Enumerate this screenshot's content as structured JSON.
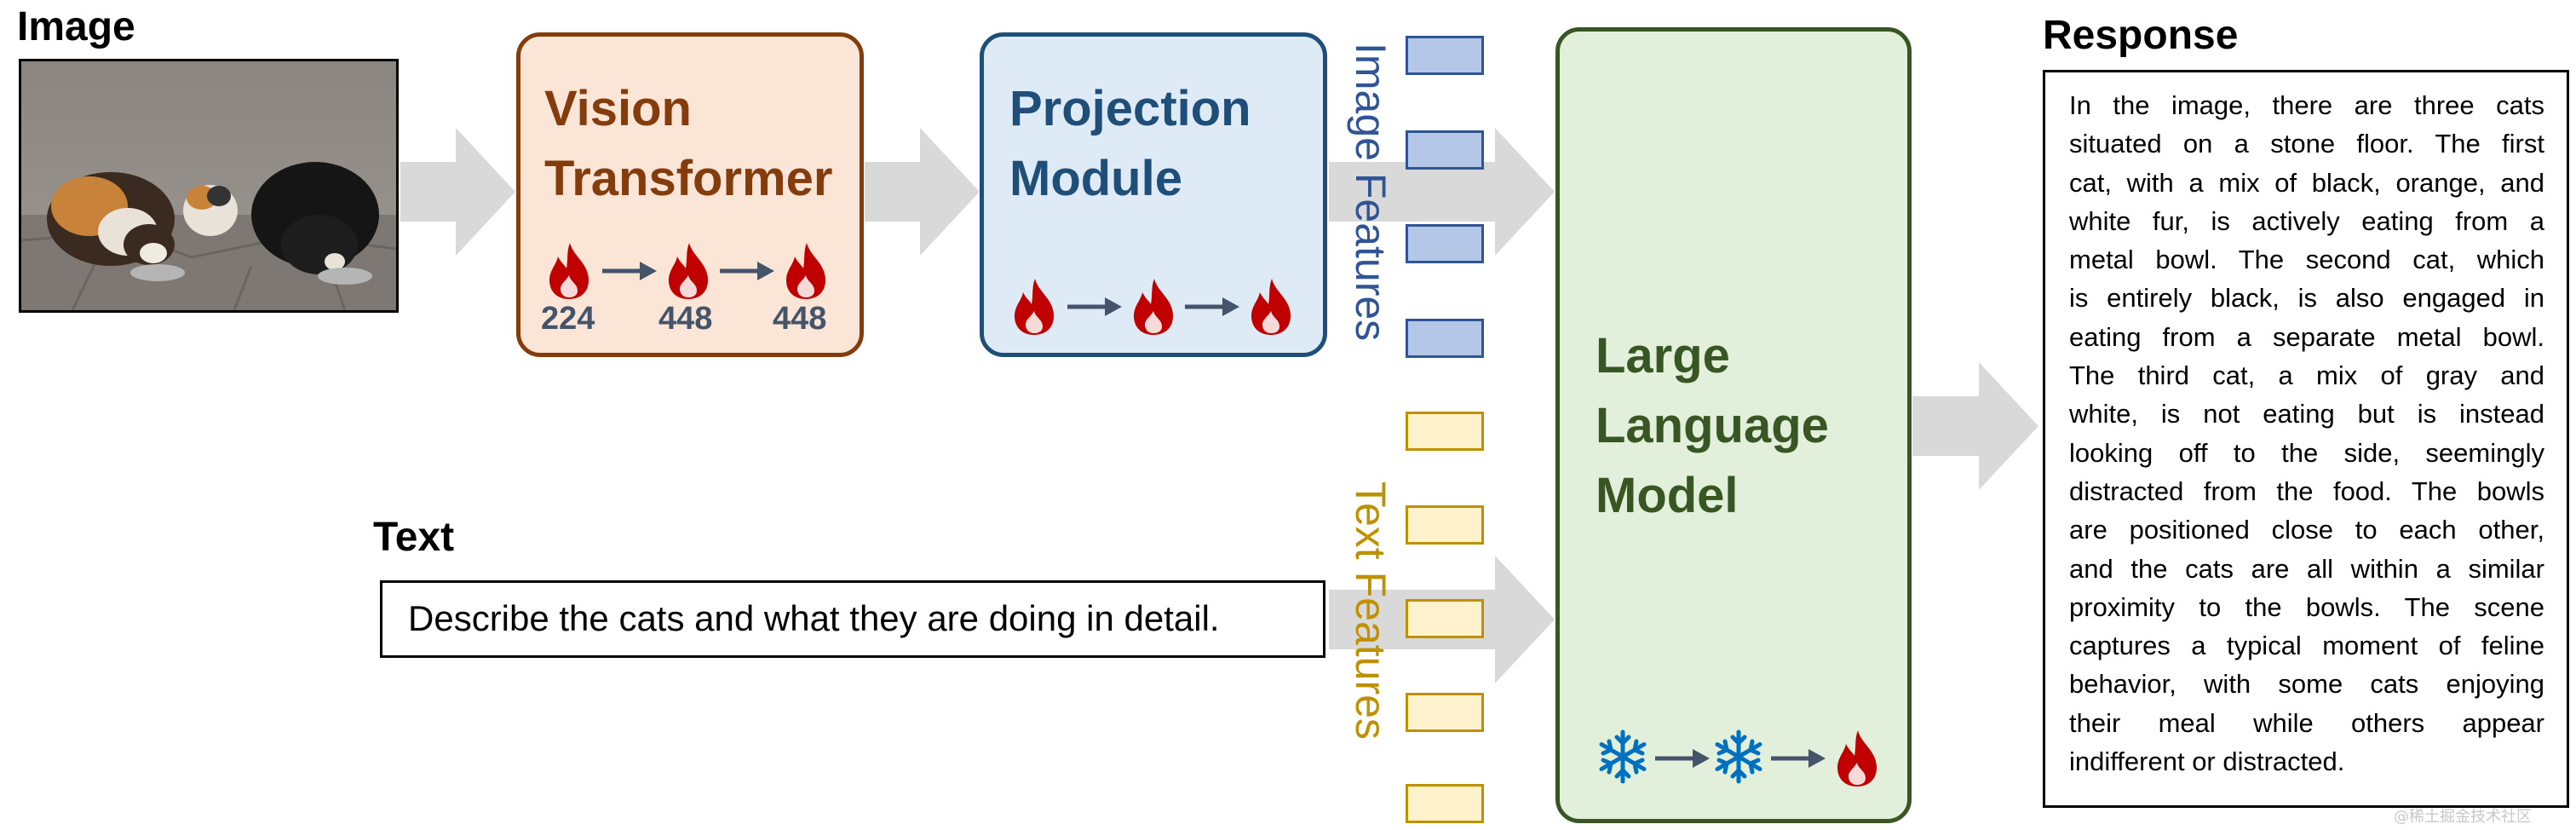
{
  "image_section": {
    "label": "Image"
  },
  "text_section": {
    "label": "Text",
    "prompt": "Describe the cats and what they are doing in detail."
  },
  "vision_transformer": {
    "title": "Vision\nTransformer",
    "resolutions": [
      "224",
      "448",
      "448"
    ],
    "stages": [
      "flame-icon",
      "flame-icon",
      "flame-icon"
    ],
    "fill": "#FBE5D6",
    "border": "#843C0C"
  },
  "projection_module": {
    "title": "Projection\nModule",
    "stages": [
      "flame-icon",
      "flame-icon",
      "flame-icon"
    ],
    "fill": "#DEEBF7",
    "border": "#1F4E79"
  },
  "image_features": {
    "label": "Image Features",
    "count": 4,
    "fill": "#B4C7E7",
    "border": "#2F5597"
  },
  "text_features": {
    "label": "Text Features",
    "count": 5,
    "fill": "#FFF2CC",
    "border": "#BF9000"
  },
  "llm": {
    "title": "Large\nLanguage\nModel",
    "stages": [
      "snowflake-icon",
      "snowflake-icon",
      "flame-icon"
    ],
    "fill": "#E2EFDA",
    "border": "#375623"
  },
  "response": {
    "label": "Response",
    "lines": [
      "In the image, there are three cats",
      "situated on a stone floor. The first",
      "cat, with a mix of black, orange, and",
      "white fur, is actively eating from a",
      "metal bowl. The second cat, which",
      "is entirely black, is also engaged in",
      "eating from a separate metal bowl.",
      "The third cat, a mix of gray and",
      "white, is not eating but is instead",
      "looking off to the side, seemingly",
      "distracted from the food. The bowls",
      "are positioned close to each other,",
      "and the cats are all within a similar",
      "proximity to the bowls. The scene",
      "captures a typical moment of feline",
      "behavior, with some cats enjoying",
      "their meal while others appear",
      "indifferent or distracted."
    ]
  },
  "watermark": "@稀土掘金技术社区",
  "colors": {
    "arrow": "#D9D9D9",
    "flow_arrow": "#44546A",
    "flame": "#C00000",
    "snowflake": "#0070C0"
  }
}
